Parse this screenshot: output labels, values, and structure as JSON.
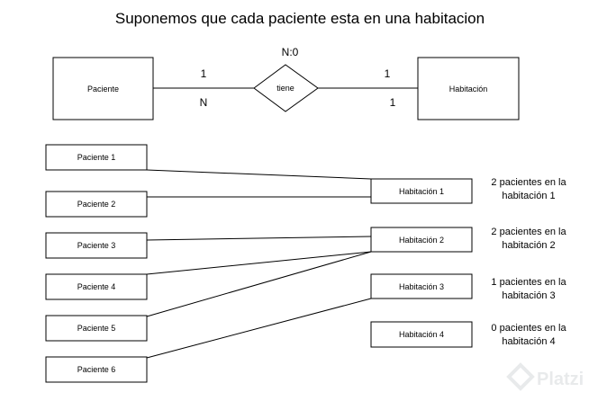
{
  "title": "Suponemos que cada paciente esta en una habitacion",
  "er": {
    "entity_left": "Paciente",
    "relationship": "tiene",
    "entity_right": "Habitación",
    "cardinality_top": "N:0",
    "left_card_top": "1",
    "left_card_bottom": "N",
    "right_card_top": "1",
    "right_card_bottom": "1"
  },
  "patients": [
    "Paciente 1",
    "Paciente 2",
    "Paciente 3",
    "Paciente 4",
    "Paciente 5",
    "Paciente 6"
  ],
  "rooms": [
    {
      "label": "Habitación 1",
      "note_line1": "2 pacientes en la",
      "note_line2": "habitación 1"
    },
    {
      "label": "Habitación 2",
      "note_line1": "2 pacientes en la",
      "note_line2": "habitación 2"
    },
    {
      "label": "Habitación 3",
      "note_line1": "1 pacientes en la",
      "note_line2": "habitación 3"
    },
    {
      "label": "Habitación 4",
      "note_line1": "0 pacientes en la",
      "note_line2": "habitación 4"
    }
  ],
  "assignments": [
    {
      "patient": "Paciente 1",
      "room": "Habitación 1"
    },
    {
      "patient": "Paciente 2",
      "room": "Habitación 1"
    },
    {
      "patient": "Paciente 3",
      "room": "Habitación 2"
    },
    {
      "patient": "Paciente 4",
      "room": "Habitación 2"
    },
    {
      "patient": "Paciente 5",
      "room": "Habitación 2"
    },
    {
      "patient": "Paciente 6",
      "room": "Habitación 3"
    }
  ],
  "watermark": "Platzi"
}
